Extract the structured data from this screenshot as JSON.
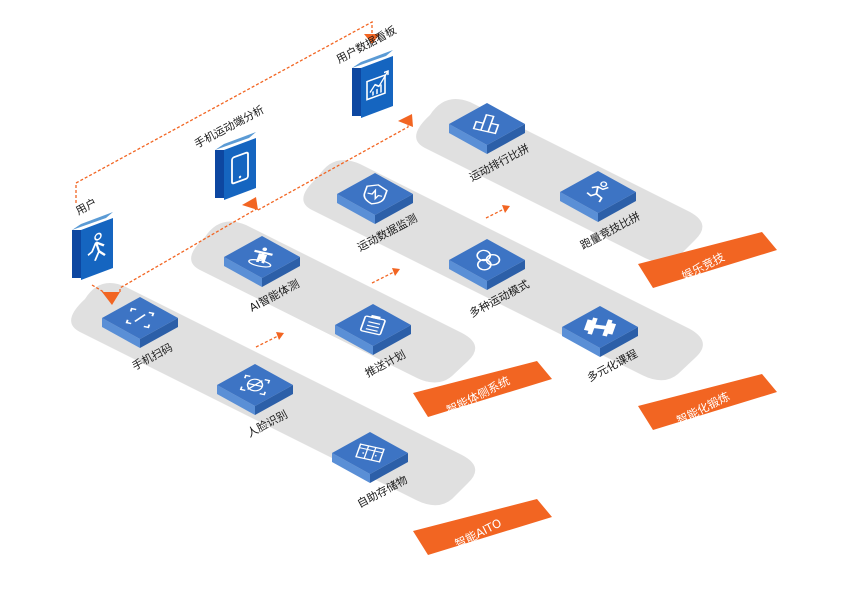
{
  "colors": {
    "tile_top": "#3d74c4",
    "tile_side_light": "#5a8fd6",
    "tile_side_dark": "#2c5fa8",
    "panel_bg": "#e0e0e0",
    "accent": "#f26522",
    "flow_line": "#f26522",
    "icon_stroke": "#ffffff",
    "standing_front": "#1565c0",
    "standing_side": "#0d47a1"
  },
  "flow_nodes": [
    {
      "id": "user",
      "label": "用户",
      "icon": "walking-person-icon"
    },
    {
      "id": "phone-analysis",
      "label": "手机运动端分析",
      "icon": "tablet-icon"
    },
    {
      "id": "dashboard",
      "label": "用户数据看板",
      "icon": "chart-trend-icon"
    }
  ],
  "groups": [
    {
      "id": "aito",
      "tag": "智能AITO",
      "items": [
        {
          "label": "手机扫码",
          "icon": "scan-code-icon"
        },
        {
          "label": "人脸识别",
          "icon": "face-recognition-icon"
        },
        {
          "label": "自助存储物",
          "icon": "locker-icon"
        }
      ]
    },
    {
      "id": "fitness-test",
      "tag": "智能体侧系统",
      "items": [
        {
          "label": "AI智能体测",
          "icon": "body-scan-icon"
        },
        {
          "label": "推送计划",
          "icon": "clipboard-list-icon"
        }
      ]
    },
    {
      "id": "smart-training",
      "tag": "智能化锻炼",
      "items": [
        {
          "label": "运动数据监测",
          "icon": "shield-pulse-icon"
        },
        {
          "label": "多种运动模式",
          "icon": "circles-icon"
        },
        {
          "label": "多元化课程",
          "icon": "dumbbell-icon"
        }
      ]
    },
    {
      "id": "entertainment",
      "tag": "娱乐竞技",
      "items": [
        {
          "label": "运动排行比拼",
          "icon": "podium-icon"
        },
        {
          "label": "跑量竞技比拼",
          "icon": "runner-icon"
        }
      ]
    }
  ]
}
